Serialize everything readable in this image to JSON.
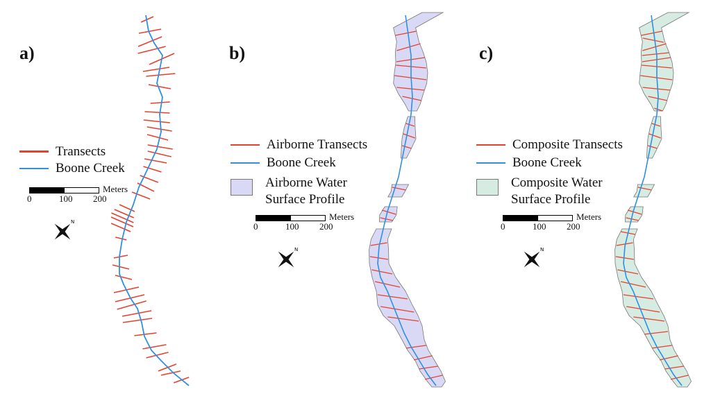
{
  "colors": {
    "creek": "#2f8fe0",
    "transect": "#e8402c",
    "airborne_fill": "#d9d9f5",
    "composite_fill": "#d6ebe1",
    "polygon_edge": "#777777"
  },
  "panels": [
    {
      "label": "a)",
      "legend": {
        "line1": "Transects",
        "line2": "Boone Creek"
      }
    },
    {
      "label": "b)",
      "legend": {
        "line1": "Airborne Transects",
        "line2": "Boone Creek",
        "poly_line1": "Airborne Water",
        "poly_line2": "Surface Profile"
      }
    },
    {
      "label": "c)",
      "legend": {
        "line1": "Composite Transects",
        "line2": "Boone Creek",
        "poly_line1": "Composite Water",
        "poly_line2": "Surface Profile"
      }
    }
  ],
  "scale_bar": {
    "unit": "Meters",
    "ticks": [
      "0",
      "100",
      "200"
    ]
  },
  "north_arrow_icon": "north-arrow-icon"
}
